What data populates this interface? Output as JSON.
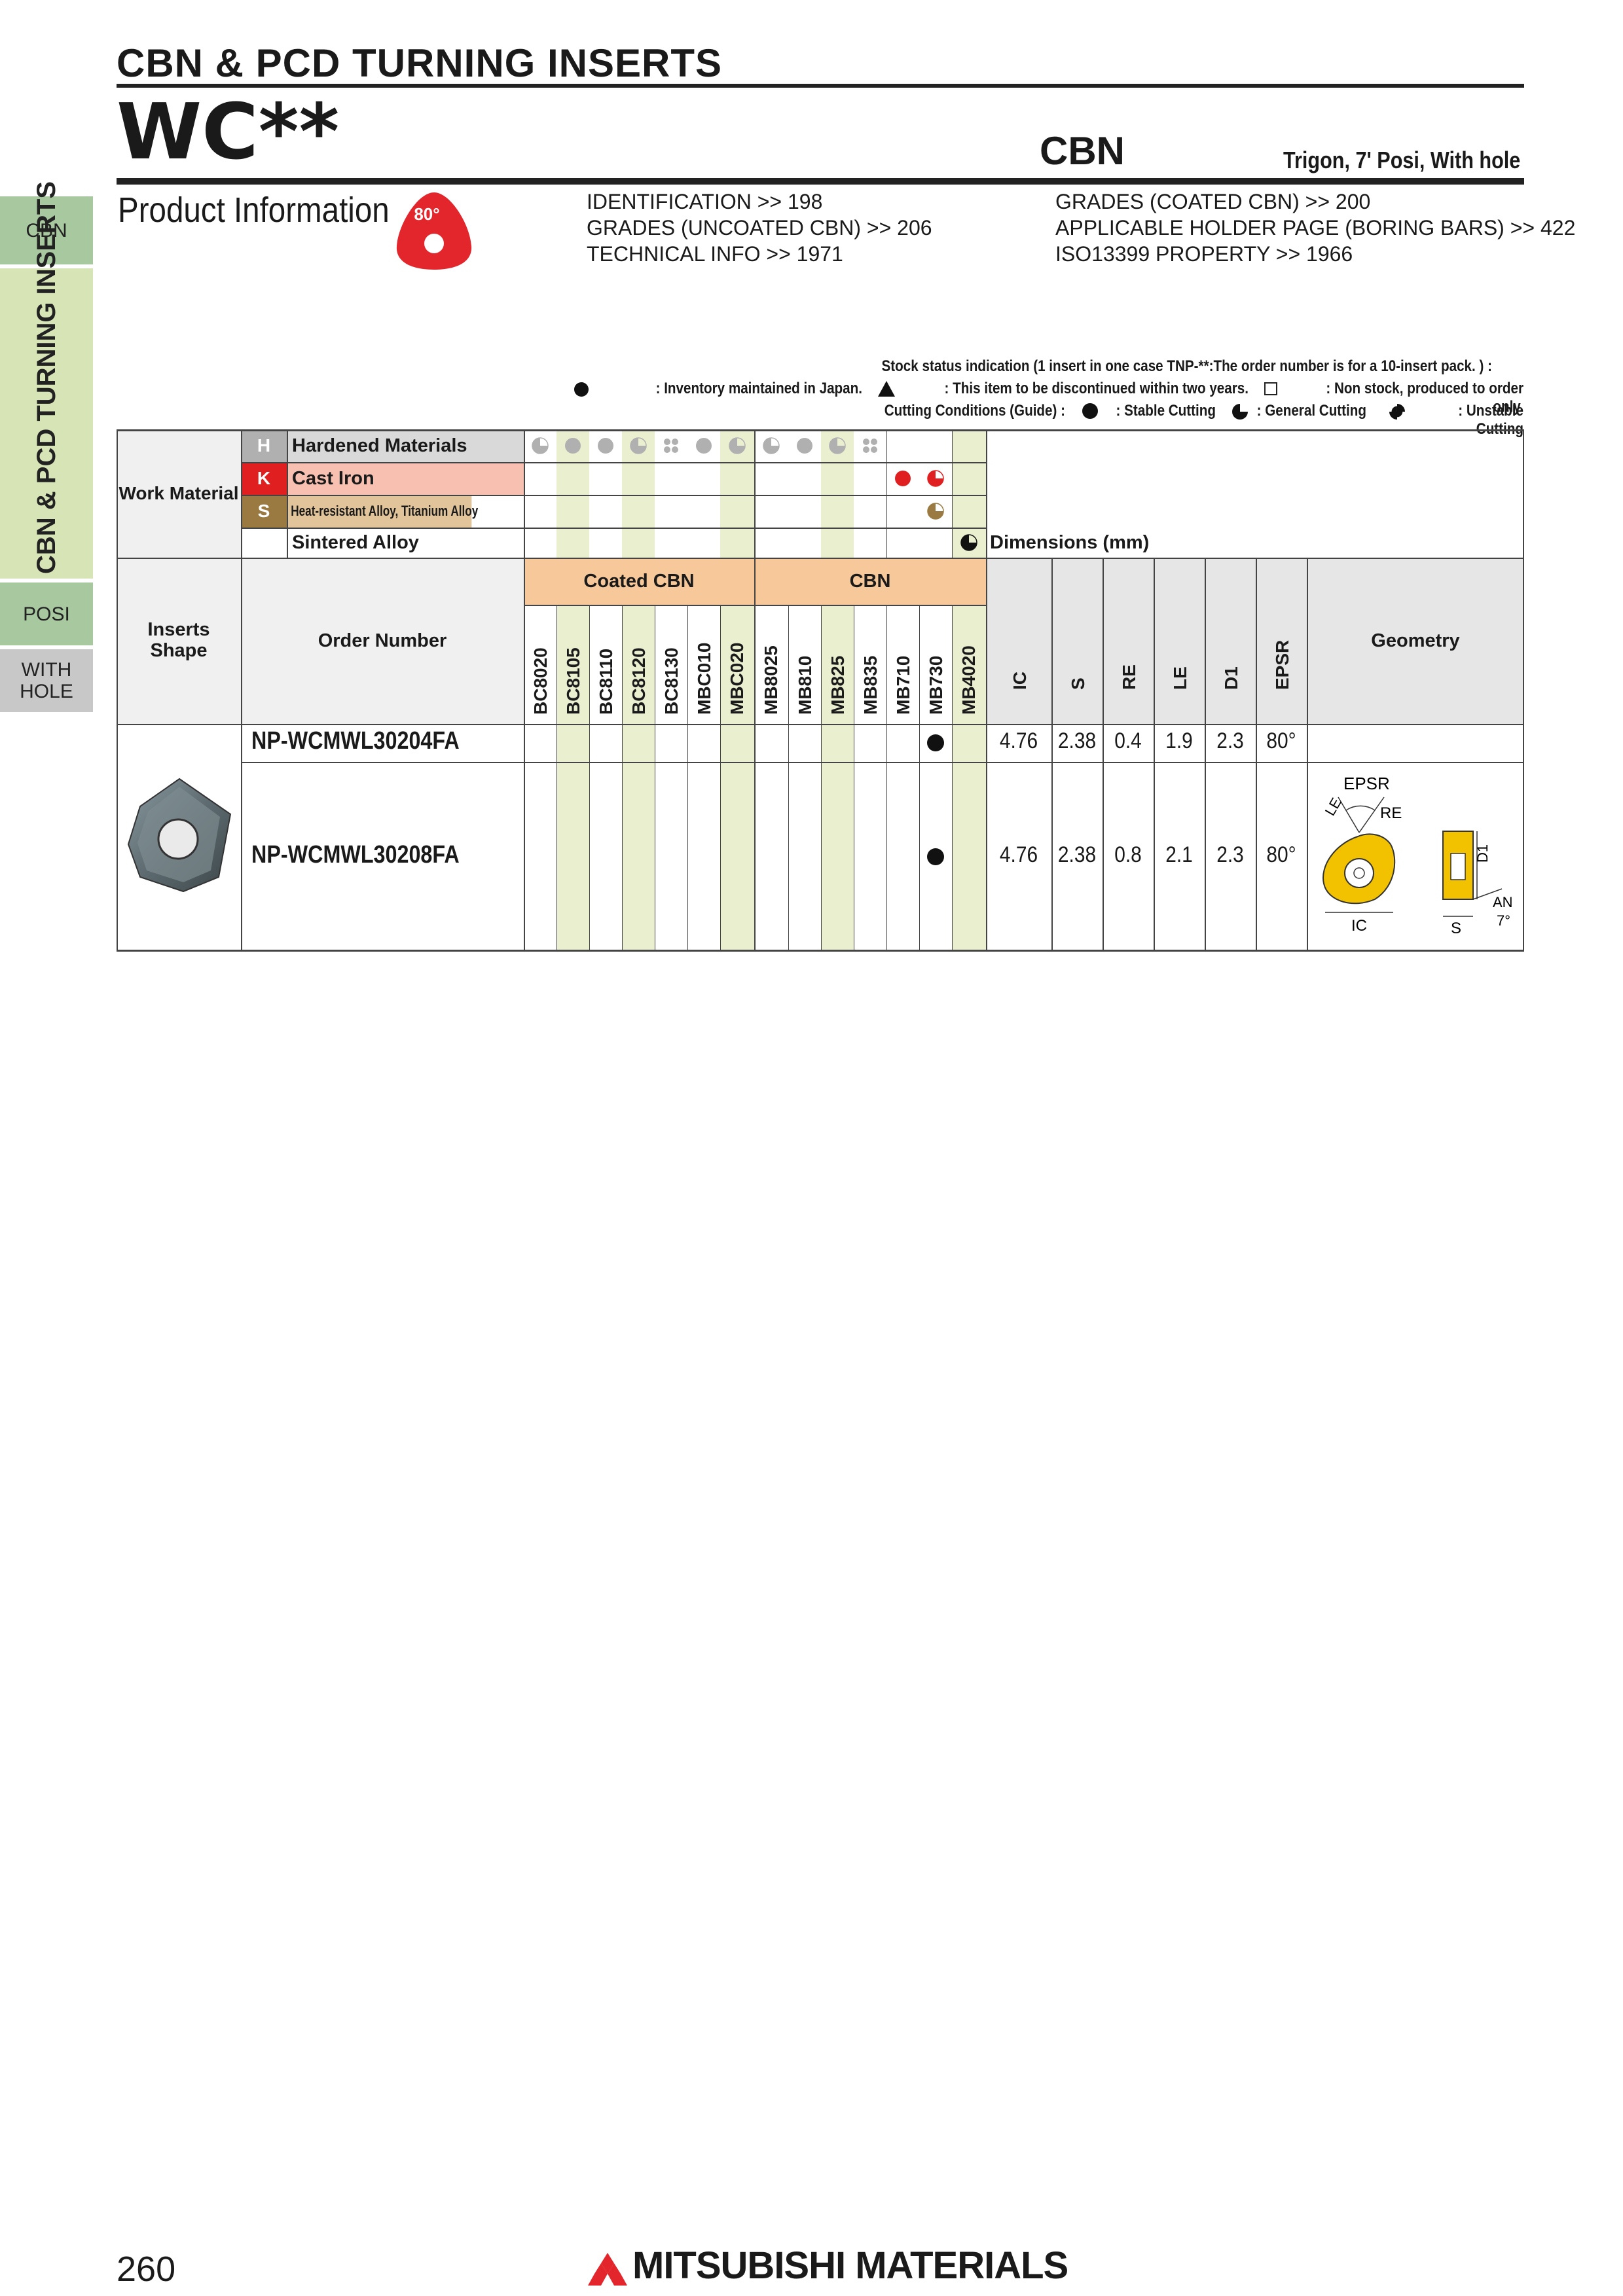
{
  "header": {
    "category": "CBN & PCD TURNING INSERTS",
    "series": "WC**",
    "family": "CBN",
    "shape_description": "Trigon, 7' Posi, With hole"
  },
  "side_tabs": {
    "cbn": "CBN",
    "section": "CBN & PCD TURNING INSERTS",
    "posi": "POSI",
    "with_hole": "WITH HOLE"
  },
  "product_info": {
    "title": "Product Information",
    "badge_angle": "80°",
    "links_left": [
      "IDENTIFICATION >> 198",
      "GRADES (UNCOATED CBN) >> 206",
      "TECHNICAL INFO >> 1971"
    ],
    "links_right": [
      "GRADES (COATED CBN) >> 200",
      "APPLICABLE HOLDER PAGE (BORING BARS) >> 422",
      "ISO13399 PROPERTY >> 1966"
    ]
  },
  "legend": {
    "line1": "Stock status indication (1 insert in one case TNP-**:The order number is for a 10-insert pack. ) :",
    "line2_a": ": Inventory maintained in Japan.",
    "line2_b": ": This item to be discontinued within two years.",
    "line2_c": ": Non stock, produced to order only.",
    "line3_a": "Cutting Conditions (Guide) :",
    "line3_b": ": Stable Cutting",
    "line3_c": ": General Cutting",
    "line3_d": ": Unstable Cutting"
  },
  "table": {
    "work_material_label": "Work Material",
    "materials": [
      {
        "code": "H",
        "name": "Hardened Materials",
        "color": "#b0b0b0",
        "bg": "#d9d9d9"
      },
      {
        "code": "K",
        "name": "Cast Iron",
        "color": "#e02020",
        "bg": "#f7c0b0"
      },
      {
        "code": "S",
        "name": "Heat-resistant Alloy, Titanium Alloy",
        "color": "#9a7a40",
        "bg": "#e2c49a"
      },
      {
        "code": "",
        "name": "Sintered Alloy",
        "color": "#ffffff",
        "bg": "#ffffff"
      }
    ],
    "dimensions_label": "Dimensions (mm)",
    "inserts_shape_label": "Inserts Shape",
    "order_number_label": "Order Number",
    "group_coated": "Coated CBN",
    "group_cbn": "CBN",
    "grades": [
      "BC8020",
      "BC8105",
      "BC8110",
      "BC8120",
      "BC8130",
      "MBC010",
      "MBC020",
      "MB8025",
      "MB810",
      "MB825",
      "MB835",
      "MB710",
      "MB730",
      "MB4020"
    ],
    "dimension_headers": [
      "IC",
      "S",
      "RE",
      "LE",
      "D1",
      "EPSR"
    ],
    "geometry_label": "Geometry",
    "marks_H": [
      "general",
      "stable",
      "stable",
      "general",
      "unstable",
      "stable",
      "general",
      "general",
      "stable",
      "general",
      "unstable",
      "",
      "",
      ""
    ],
    "marks_K": [
      "",
      "",
      "",
      "",
      "",
      "",
      "",
      "",
      "",
      "",
      "",
      "stable",
      "general",
      ""
    ],
    "marks_S": [
      "",
      "",
      "",
      "",
      "",
      "",
      "",
      "",
      "",
      "",
      "",
      "",
      "general",
      ""
    ],
    "marks_Sint": [
      "",
      "",
      "",
      "",
      "",
      "",
      "",
      "",
      "",
      "",
      "",
      "",
      "",
      "general"
    ],
    "rows": [
      {
        "order": "NP-WCMWL30204FA",
        "stock_col": 12,
        "IC": "4.76",
        "S": "2.38",
        "RE": "0.4",
        "LE": "1.9",
        "D1": "2.3",
        "EPSR": "80°"
      },
      {
        "order": "NP-WCMWL30208FA",
        "stock_col": 12,
        "IC": "4.76",
        "S": "2.38",
        "RE": "0.8",
        "LE": "2.1",
        "D1": "2.3",
        "EPSR": "80°"
      }
    ],
    "geometry_labels": {
      "epsr": "EPSR",
      "re": "RE",
      "le": "LE",
      "ic": "IC",
      "s": "S",
      "d1": "D1",
      "an": "AN",
      "angle": "7°"
    }
  },
  "footer": {
    "page_number": "260",
    "brand": "MITSUBISHI MATERIALS"
  },
  "colors": {
    "stripe": "#e9efcf",
    "group_header": "#f7c99a",
    "insert_yellow": "#f2c200"
  }
}
